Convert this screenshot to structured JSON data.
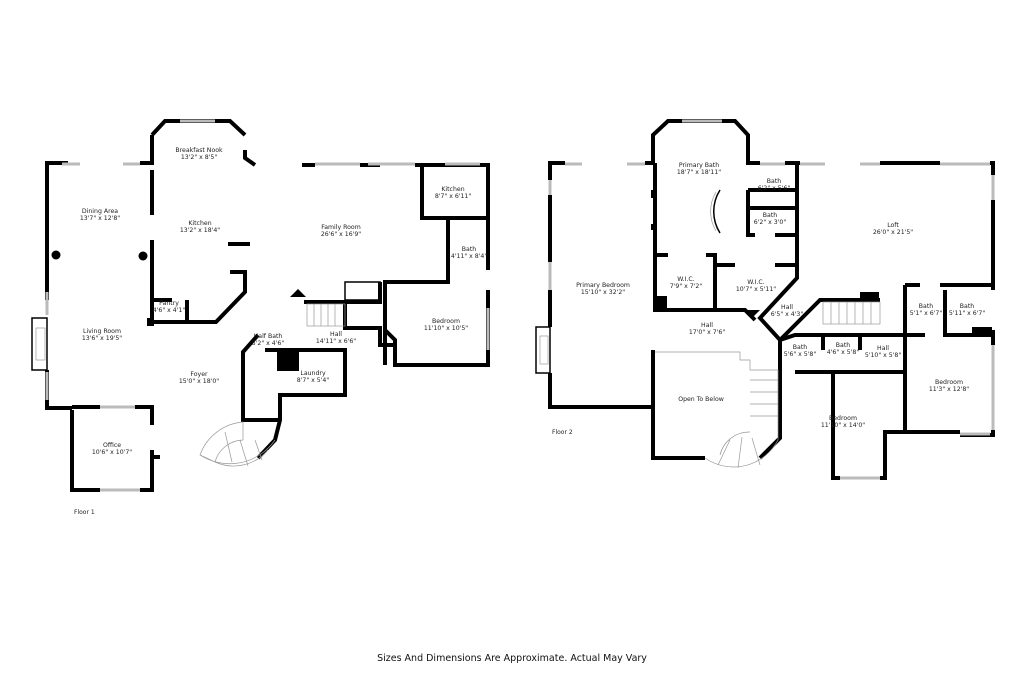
{
  "floor1": {
    "label": "Floor 1",
    "rooms": [
      {
        "name": "Breakfast Nook",
        "dim": "13'2\" x 8'5\""
      },
      {
        "name": "Dining Area",
        "dim": "13'7\" x 12'8\""
      },
      {
        "name": "Kitchen",
        "dim": "13'2\" x 18'4\""
      },
      {
        "name": "Family Room",
        "dim": "26'6\" x 16'9\""
      },
      {
        "name": "Kitchen",
        "dim": "8'7\" x 6'11\""
      },
      {
        "name": "Bath",
        "dim": "4'11\" x 8'4\""
      },
      {
        "name": "Pantry",
        "dim": "4'6\" x 4'1\""
      },
      {
        "name": "Living Room",
        "dim": "13'6\" x 19'5\""
      },
      {
        "name": "Bedroom",
        "dim": "11'10\" x 10'5\""
      },
      {
        "name": "Hall",
        "dim": "14'11\" x 6'6\""
      },
      {
        "name": "Half Bath",
        "dim": "5'2\" x 4'6\""
      },
      {
        "name": "Foyer",
        "dim": "15'0\" x 18'0\""
      },
      {
        "name": "Laundry",
        "dim": "8'7\" x 5'4\""
      },
      {
        "name": "Office",
        "dim": "10'6\" x 10'7\""
      }
    ]
  },
  "floor2": {
    "label": "Floor 2",
    "rooms": [
      {
        "name": "Primary Bath",
        "dim": "18'7\" x 18'11\""
      },
      {
        "name": "Bath",
        "dim": "6'2\" x 5'6\""
      },
      {
        "name": "Bath",
        "dim": "6'2\" x 3'0\""
      },
      {
        "name": "Loft",
        "dim": "26'0\" x 21'5\""
      },
      {
        "name": "Primary Bedroom",
        "dim": "15'10\" x 32'2\""
      },
      {
        "name": "W.I.C.",
        "dim": "7'9\" x 7'2\""
      },
      {
        "name": "W.I.C.",
        "dim": "10'7\" x 5'11\""
      },
      {
        "name": "Hall",
        "dim": "6'5\" x 4'3\""
      },
      {
        "name": "Bath",
        "dim": "5'1\" x 6'7\""
      },
      {
        "name": "Bath",
        "dim": "5'11\" x 6'7\""
      },
      {
        "name": "Hall",
        "dim": "17'0\" x 7'6\""
      },
      {
        "name": "Bath",
        "dim": "5'6\" x 5'8\""
      },
      {
        "name": "Bath",
        "dim": "4'6\" x 5'8\""
      },
      {
        "name": "Hall",
        "dim": "5'10\" x 5'8\""
      },
      {
        "name": "Bedroom",
        "dim": "11'3\" x 12'8\""
      },
      {
        "name": "Open To Below",
        "dim": ""
      },
      {
        "name": "Bedroom",
        "dim": "11'10\" x 14'0\""
      }
    ]
  },
  "disclaimer": "Sizes And Dimensions Are Approximate. Actual May Vary"
}
